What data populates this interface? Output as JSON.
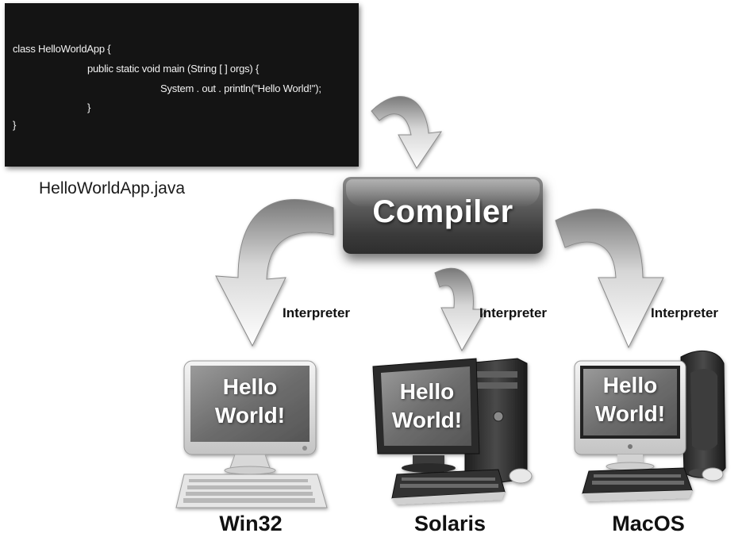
{
  "source_code": {
    "lines": [
      "class HelloWorldApp {",
      "public static void main (String [ ] orgs) {",
      "System . out . println(\"Hello World!\");",
      "}",
      "}"
    ],
    "filename": "HelloWorldApp.java"
  },
  "compiler": {
    "label": "Compiler"
  },
  "interpreter_labels": [
    "Interpreter",
    "Interpreter",
    "Interpreter"
  ],
  "platforms": [
    {
      "name": "Win32",
      "screen_line1": "Hello",
      "screen_line2": "World!"
    },
    {
      "name": "Solaris",
      "screen_line1": "Hello",
      "screen_line2": "World!"
    },
    {
      "name": "MacOS",
      "screen_line1": "Hello",
      "screen_line2": "World!"
    }
  ],
  "colors": {
    "code_background": "#141414",
    "compiler_button": "#4a4a4a",
    "arrow": "#bdbdbd"
  },
  "icons": [
    "curved-arrow-icon",
    "desktop-computer-icon",
    "keyboard-icon",
    "mouse-icon",
    "tower-case-icon"
  ]
}
